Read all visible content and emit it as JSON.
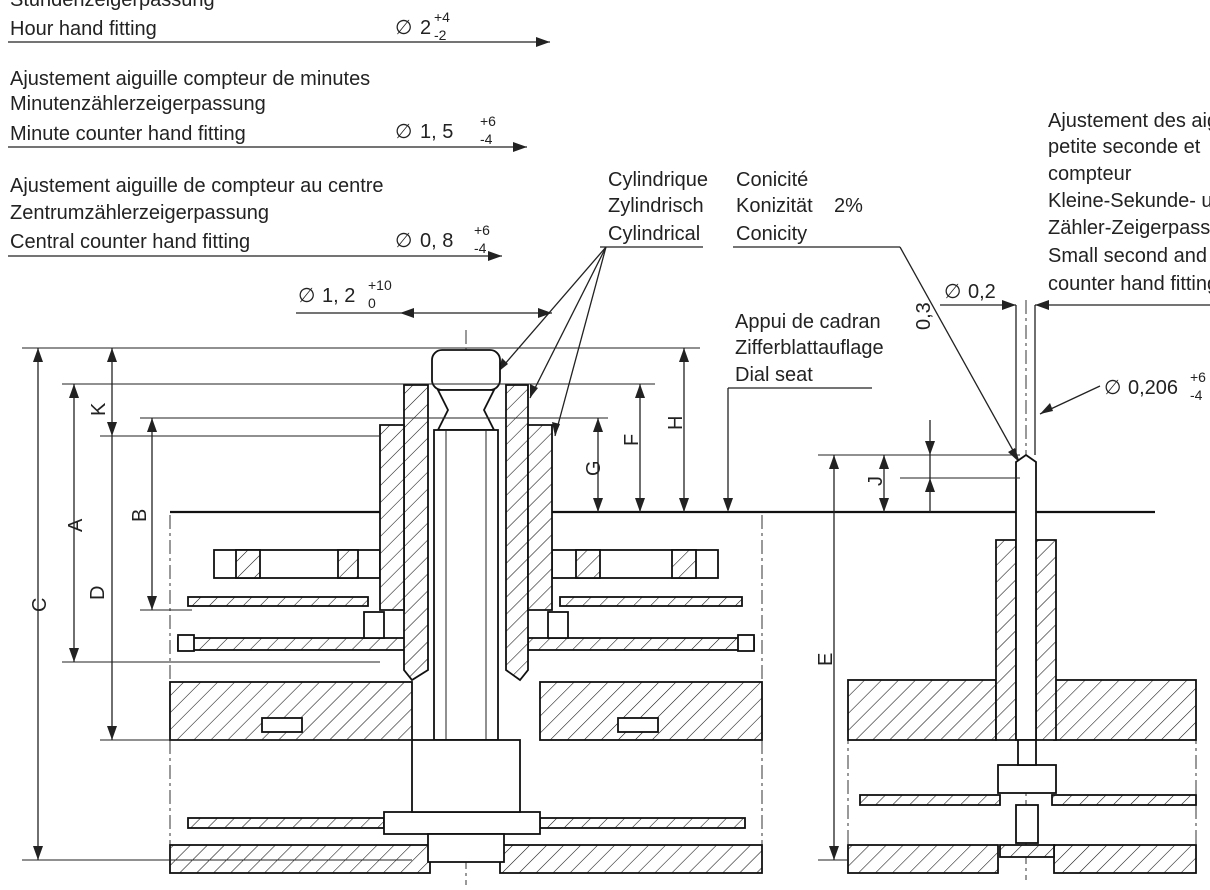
{
  "fittings": {
    "hour": {
      "line_fr": "Stundenzeigerpassung",
      "line_en": "Hour hand fitting",
      "dim_base": "2",
      "tol_up": "+4",
      "tol_lo": "-2"
    },
    "minute_counter": {
      "line_fr": "Ajustement aiguille compteur de minutes",
      "line_de": "Minutenzählerzeigerpassung",
      "line_en": "Minute counter hand fitting",
      "dim_base": "1, 5",
      "tol_up": "+6",
      "tol_lo": "-4"
    },
    "central_counter": {
      "line_fr": "Ajustement aiguille de compteur au centre",
      "line_de": "Zentrumzählerzeigerpassung",
      "line_en": "Central counter hand fitting",
      "dim_base": "0, 8",
      "tol_up": "+6",
      "tol_lo": "-4"
    },
    "center_dim": {
      "dim_base": "1, 2",
      "tol_up": "+10",
      "tol_lo": "0"
    }
  },
  "cylindrical": {
    "fr": "Cylindrique",
    "de": "Zylindrisch",
    "en": "Cylindrical"
  },
  "conicity": {
    "fr": "Conicité",
    "de": "Konizität",
    "en": "Conicity",
    "value": "2%"
  },
  "dial_seat": {
    "fr": "Appui de cadran",
    "de": "Zifferblattauflage",
    "en": "Dial seat"
  },
  "small_second": {
    "lines": [
      "Ajustement des aig",
      "petite seconde et",
      "compteur",
      "Kleine-Sekunde- ur",
      "Zähler-Zeigerpassu",
      "Small second and",
      "counter hand fitting"
    ],
    "dim_02": "0,2",
    "dim_206_base": "0,206",
    "dim_206_up": "+6",
    "dim_206_lo": "-4",
    "dim_03": "0,3"
  },
  "dimension_letters": {
    "A": "A",
    "B": "B",
    "C": "C",
    "D": "D",
    "E": "E",
    "F": "F",
    "G": "G",
    "H": "H",
    "J": "J",
    "K": "K"
  },
  "diameter_symbol": "∅"
}
